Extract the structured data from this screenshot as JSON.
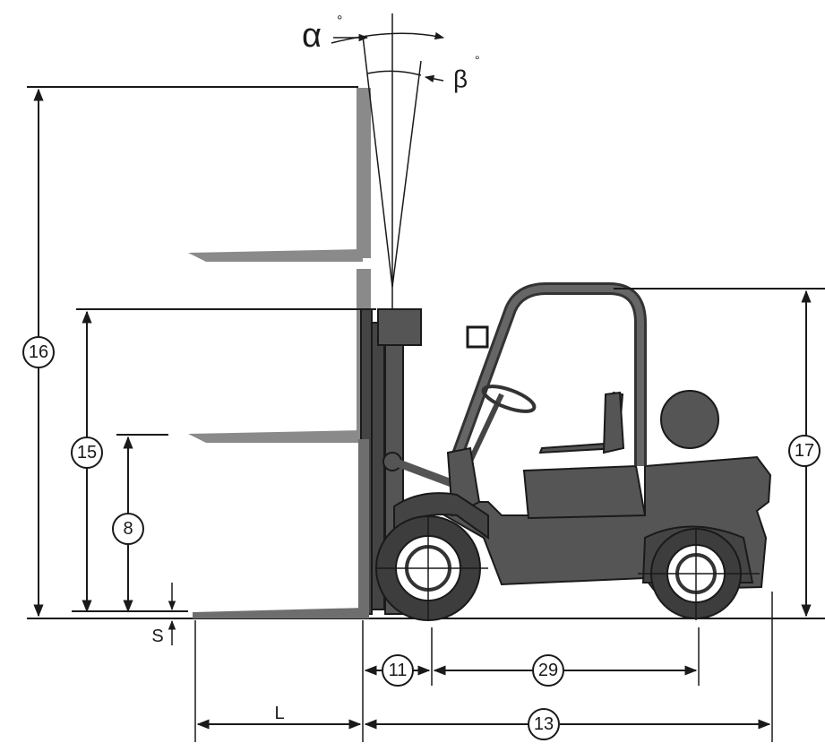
{
  "angles": {
    "alpha": "α",
    "beta": "β",
    "degree": "°"
  },
  "dimensions": {
    "d16": "16",
    "d15": "15",
    "d8": "8",
    "d17": "17",
    "d11": "11",
    "d29": "29",
    "d13": "13",
    "s": "S",
    "l": "L"
  },
  "colors": {
    "body": "#555555",
    "line": "#1a1a1a",
    "fork": "#6e6e6e"
  }
}
